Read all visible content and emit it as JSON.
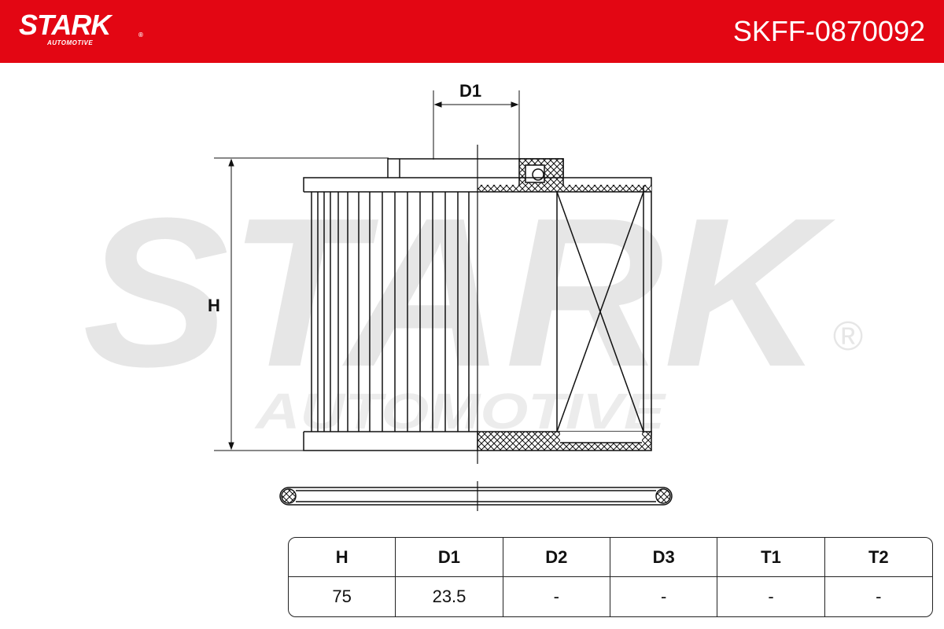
{
  "header": {
    "brand": "STARK",
    "brand_reg": "®",
    "brand_sub": "AUTOMOTIVE",
    "part_number": "SKFF-0870092",
    "background_color": "#e30613"
  },
  "watermark": {
    "text": "STARK",
    "sub_text": "AUTOMOTIVE",
    "reg": "®",
    "color": "#e6e6e6"
  },
  "drawing": {
    "dimension_labels": {
      "D1": "D1",
      "H": "H"
    }
  },
  "spec_table": {
    "headers": [
      "H",
      "D1",
      "D2",
      "D3",
      "T1",
      "T2"
    ],
    "values": [
      "75",
      "23.5",
      "-",
      "-",
      "-",
      "-"
    ]
  }
}
